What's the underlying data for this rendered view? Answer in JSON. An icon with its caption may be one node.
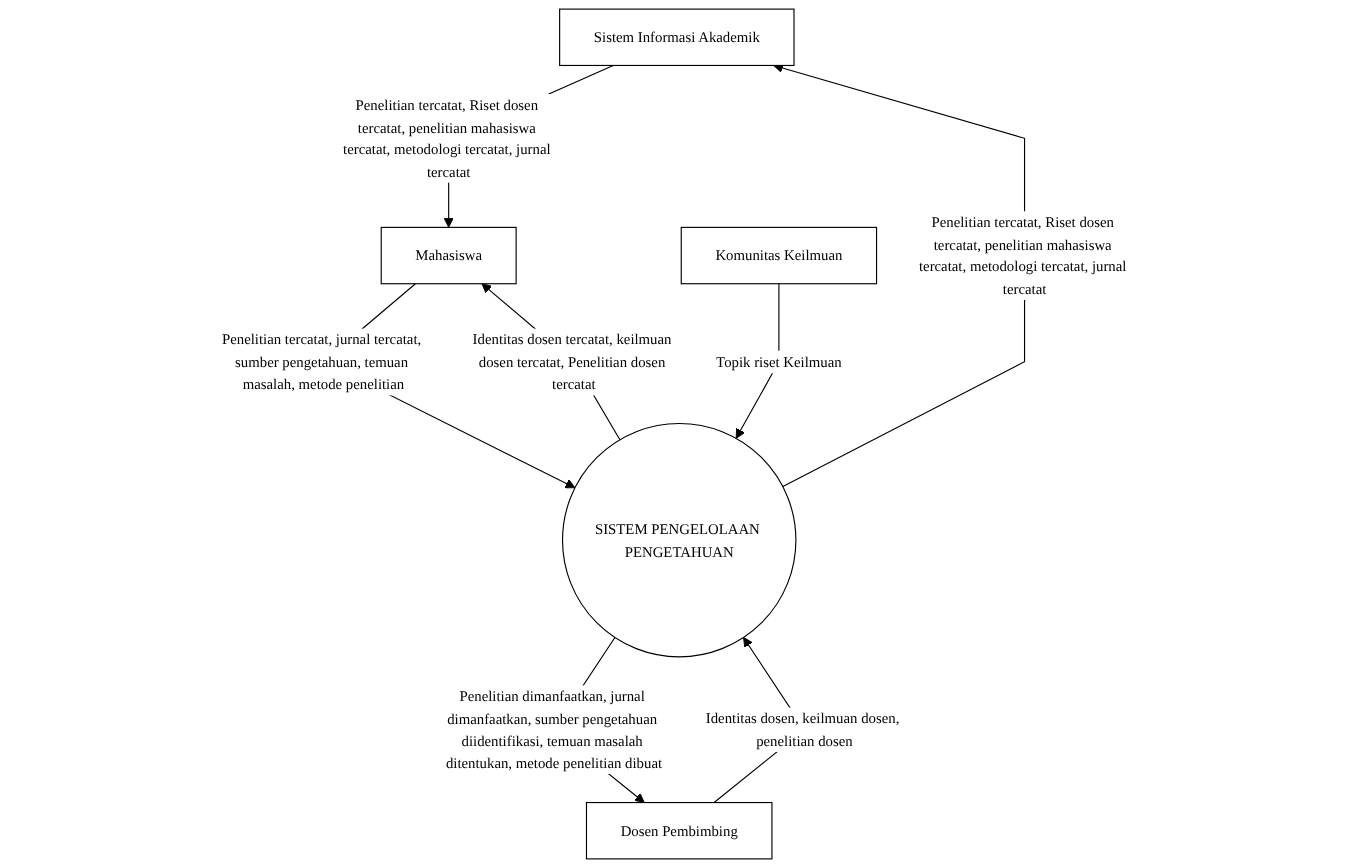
{
  "diagram": {
    "nodes": [
      {
        "text": [
          "Sistem Informasi Akademik"
        ]
      },
      {
        "text": [
          "Mahasiswa"
        ]
      },
      {
        "text": [
          "SISTEM PENGELOLAAN PENGETAHUAN"
        ]
      },
      {
        "text": [
          "Dosen Pembimbing"
        ]
      },
      {
        "text": [
          "Komunitas Keilmuan"
        ]
      }
    ],
    "edges": [
      {
        "from": 0,
        "to": 1,
        "arrow": "to",
        "label": "Penelitian tercatat, Riset dosen tercatat, penelitian mahasiswa tercatat, metodologi tercatat, jurnal tercatat"
      },
      {
        "from": 2,
        "to": 0,
        "arrow": "to",
        "label": "Penelitian tercatat, Riset dosen tercatat, penelitian mahasiswa tercatat, metodologi tercatat, jurnal tercatat"
      },
      {
        "from": 2,
        "to": 1,
        "arrow": "to",
        "label": "Identitas dosen tercatat, keilmuan dosen tercatat, Penelitian dosen tercatat"
      },
      {
        "from": 1,
        "to": 2,
        "arrow": "to",
        "label": "Penelitian tercatat, jurnal tercatat, sumber pengetahuan, temuan masalah, metode penelitian"
      },
      {
        "from": 3,
        "to": 2,
        "arrow": "to",
        "label": "Identitas dosen, keilmuan dosen, penelitian dosen"
      },
      {
        "from": 2,
        "to": 3,
        "arrow": "to",
        "label": "Penelitian dimanfaatkan, jurnal dimanfaatkan, sumber pengetahuan diidentifikasi, temuan masalah ditentukan, metode penelitian dibuat"
      },
      {
        "from": 4,
        "to": 2,
        "arrow": "to",
        "label": "Topik riset Keilmuan"
      }
    ]
  }
}
